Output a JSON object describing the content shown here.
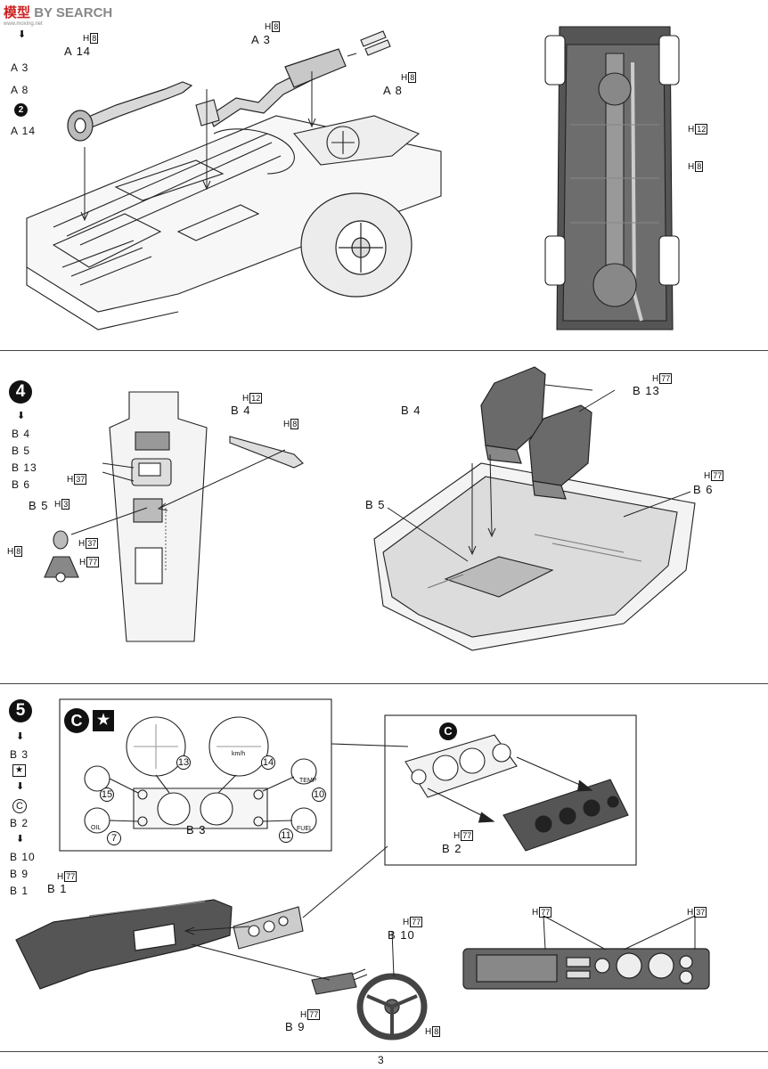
{
  "watermark": {
    "brand": "模型",
    "suffix": "BY SEARCH",
    "url": "www.moxing.net"
  },
  "step3": {
    "sequence": [
      "A 3",
      "A 8",
      "A 14"
    ],
    "seq_marker": "2",
    "parts": {
      "a14": "A 14",
      "a3": "A 3",
      "a8": "A 8"
    },
    "paints": {
      "a14": "8",
      "a3": "8",
      "a8": "8",
      "chassis_r1": "12",
      "chassis_r2": "8"
    }
  },
  "step4": {
    "number": "4",
    "sequence": [
      "B 4",
      "B 5",
      "B 13",
      "B 6"
    ],
    "parts": {
      "b4_left": "B 4",
      "b5_left": "B 5",
      "b4_right": "B 4",
      "b13": "B 13",
      "b5_right": "B 5",
      "b6": "B 6"
    },
    "paints": {
      "b4": "12",
      "b4_grip": "8",
      "console": "37",
      "b5": "3",
      "knob": "37",
      "boot": "77",
      "boot_ring": "8",
      "b13": "77",
      "b6": "77"
    }
  },
  "step5": {
    "number": "5",
    "sequence": [
      "B 3",
      "★",
      "C",
      "B 2",
      "B 10",
      "B 9",
      "B 1"
    ],
    "decal_sheet": "C",
    "decal_star": "★",
    "decal_numbers": [
      "13",
      "14",
      "15",
      "10",
      "7",
      "11"
    ],
    "gauge_text": {
      "oil": "OIL",
      "temp": "TEMP",
      "fuel": "FUEL",
      "speed_unit": "km/h"
    },
    "parts": {
      "b3": "B 3",
      "b2": "B 2",
      "b1": "B 1",
      "b10": "B 10",
      "b9": "B 9",
      "c_marker": "C"
    },
    "paints": {
      "b2": "77",
      "b1": "77",
      "b10": "77",
      "b9": "77",
      "wheel": "8",
      "dash_r1": "77",
      "dash_r2": "37"
    }
  },
  "page_number": "3"
}
